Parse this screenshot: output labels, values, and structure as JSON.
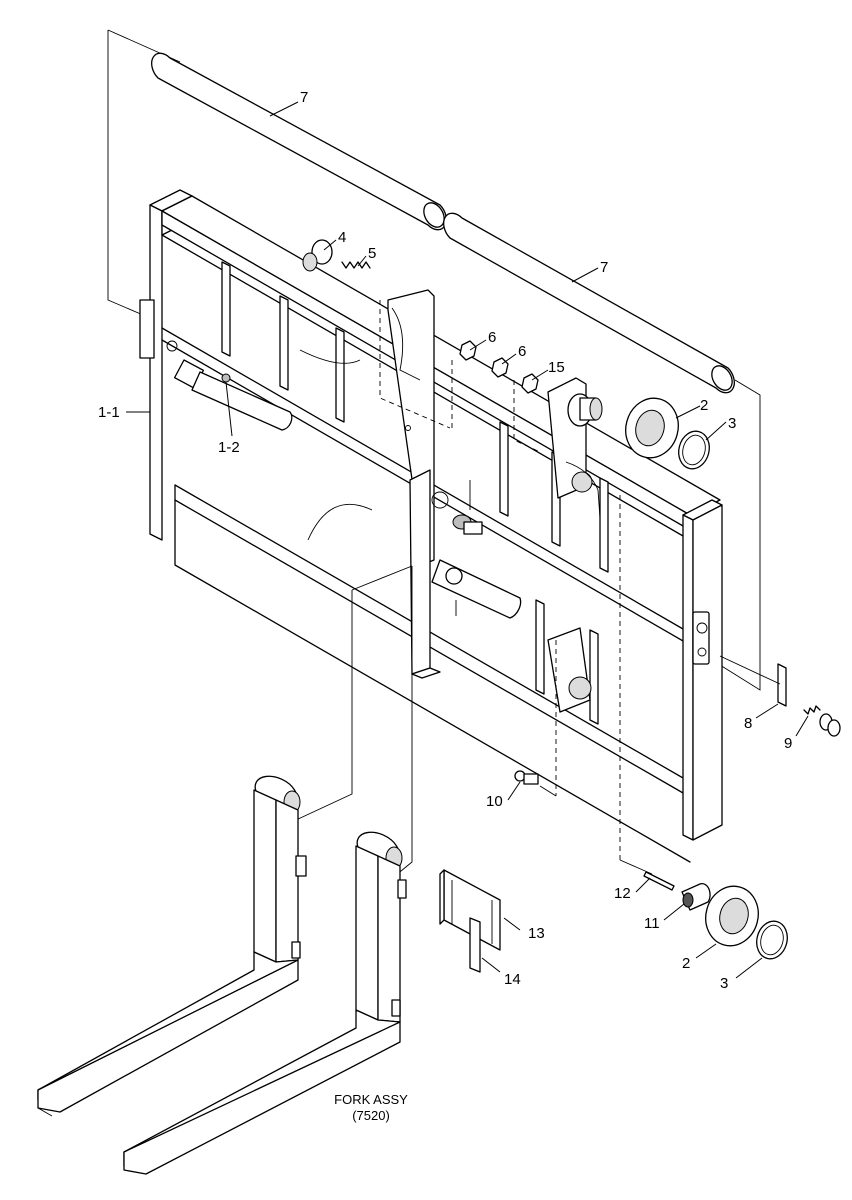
{
  "callouts": {
    "c7a": "7",
    "c7b": "7",
    "c4": "4",
    "c5": "5",
    "c6a": "6",
    "c6b": "6",
    "c15": "15",
    "c2a": "2",
    "c3a": "3",
    "c1_1": "1-1",
    "c1_2": "1-2",
    "c8": "8",
    "c9": "9",
    "c10": "10",
    "c12": "12",
    "c11": "11",
    "c13": "13",
    "c14": "14",
    "c2b": "2",
    "c3b": "3"
  },
  "caption": {
    "line1": "FORK ASSY",
    "line2": "(7520)"
  }
}
